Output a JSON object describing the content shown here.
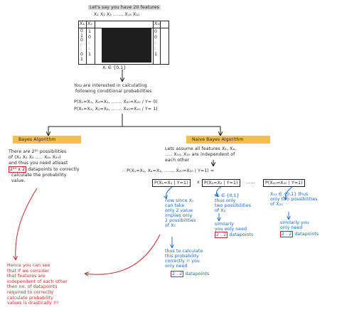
{
  "intro": {
    "line1": "Let's say you have 20 features",
    "line2": "X₁ X₂ X₃ ....... X₁₉ X₂₀"
  },
  "table": {
    "col_first": "X₁",
    "col_second": "X₂",
    "col_last": "X₂₀",
    "row_vals": [
      "0",
      "1",
      "0",
      ":",
      ":",
      "0",
      "1"
    ],
    "second_vals": [
      "1",
      "0",
      ":",
      ":",
      "1"
    ],
    "last_vals": [
      "0",
      "0",
      ":",
      ":",
      "1"
    ]
  },
  "domain_note": "Xᵢ ∈ {0,1}",
  "interest": {
    "line1": "You are interested in calculating",
    "line2": "following conditional probabilities"
  },
  "probs": {
    "p0": "P(X₁=X₁, X₂=X₂, ....... X₂₀=X₂₀ / Y= 0)",
    "p1": "P(X₁=X₁, X₂=X₂, ....... X₂₀=X₂₀ / Y= 1)"
  },
  "bayes": {
    "heading": "Bayes Algorithm",
    "line1": "There are 2²⁰ possibilities",
    "line2": "of (X₁ X₂ X₃ ..... X₁₉ X₂₀)",
    "line3": "and thus you need atleast",
    "boxed": "2²⁰ x 2",
    "line4": "datapoints to correctly",
    "line5": "calculate the probability",
    "line6": "value."
  },
  "naive": {
    "heading": "Naive Bayes Algorithm",
    "line1": "Lets assume all features X₁, X₂,",
    "line2": "..... X₁₉, X₂₀ are independent of",
    "line3": "each other",
    "product": "∴ P(X₁=X₁, X₂=X₂, ....... X₂₀=X₂₀ | Y=1) =",
    "term1": "P(X₁=X₁ | Y=1)",
    "term2": "P(X₂=X₂ | Y=1)",
    "term3": "P(X₂₀=X₂₀ | Y=1)",
    "times": "x",
    "ellipsis": "......",
    "note1": [
      "now since X₁",
      "can take",
      "only 2 value",
      "implies only",
      "2 possibilities",
      "of X₁"
    ],
    "note1b": [
      "thus to calculate",
      "this probability",
      "correctly !! you",
      "only need"
    ],
    "note1_box": "2 . 2",
    "note1_tail": "datapoints",
    "note2": [
      "X₂ ∈ {0,1}",
      "thus only",
      "two possibilities",
      "of X₂"
    ],
    "note2b": [
      "similarly",
      "you only need"
    ],
    "note2_box": "2 . 2",
    "note2_tail": "datapoints",
    "note3": [
      "X₂₀ ∈ {0,1} thus",
      "only two possibilities",
      "of X₂₀"
    ],
    "note3b": [
      "similarly you",
      "only need"
    ],
    "note3_box": "2 . 2",
    "note3_tail": "datapoints"
  },
  "conclusion": [
    "Hence you can see",
    "that if we consider",
    "that features are",
    "independent of each other",
    "then no. of datapoints",
    "required to correctly",
    "calculate probability",
    "values is drastically !!!"
  ],
  "colors": {
    "ink": "#1f1f1f",
    "red": "#c62828",
    "blue": "#1565c0",
    "highlight_gray": "#d9d9d9",
    "highlight_yellow": "#f2c04a"
  }
}
